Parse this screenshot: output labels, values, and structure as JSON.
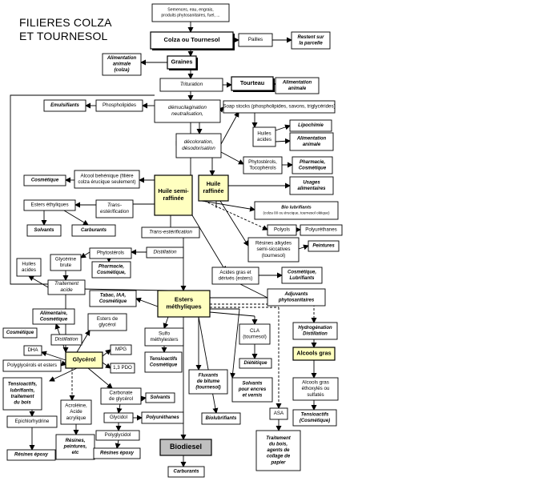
{
  "title": {
    "line1": "FILIERES COLZA",
    "line2": "ET TOURNESOL"
  },
  "nodes": {
    "inputs": [
      "Semences, eau, engrais,",
      "produits phytosanitaires, fuel, ..."
    ],
    "colza": [
      "Colza ou Tournesol"
    ],
    "pailles": [
      "Pailles"
    ],
    "restent": [
      "Restent sur",
      "la parcelle"
    ],
    "alim_colza": [
      "Alimentation",
      "animale",
      "(colza)"
    ],
    "graines": [
      "Graines"
    ],
    "trituration": [
      "Trituration"
    ],
    "tourteau": [
      "Tourteau"
    ],
    "alim_anim1": [
      "Alimentation",
      "animale"
    ],
    "emulsifiants": [
      "Emulsifiants"
    ],
    "phospholipides": [
      "Phospholipides"
    ],
    "demucil": [
      "démucilagination",
      "neutralisation,"
    ],
    "soap": [
      "Soap stocks (phospholipides, savons, triglycérides)"
    ],
    "huiles_acides1": [
      "Huiles",
      "acides"
    ],
    "lipochimie": [
      "Lipochimie"
    ],
    "alim_anim2": [
      "Alimentation",
      "animale"
    ],
    "decolor": [
      "décoloration,",
      "désodorisation"
    ],
    "phytosterols1": [
      "Phytostérols,",
      "Tocophérols"
    ],
    "pharma1": [
      "Pharmacie,",
      "Cosmétique"
    ],
    "cosmetique1": [
      "Cosmétique"
    ],
    "alcool_beh": [
      "Alcool behénique (filière",
      "colza érucique seulement)"
    ],
    "huile_semi": [
      "Huile semi-",
      "raffinée"
    ],
    "huile_raff": [
      "Huile",
      "raffinée"
    ],
    "usages_alim": [
      "Usages",
      "alimentaires"
    ],
    "esters_eth": [
      "Esters éthyliques"
    ],
    "trans1": [
      "Trans-",
      "estérification"
    ],
    "solvants1": [
      "Solvants"
    ],
    "carburants1": [
      "Carburants"
    ],
    "bio_lub": [
      "Bio lubrifiants",
      "(colza 00 ou érucique, tournesol oléique)"
    ],
    "polyols": [
      "Polyols"
    ],
    "polyurethanes1": [
      "Polyuréthanes"
    ],
    "trans2": [
      "Trans-estérification"
    ],
    "resines_alk": [
      "Résines alkydes",
      "semi-siccatives",
      "(tournesol)"
    ],
    "peintures": [
      "Peintures"
    ],
    "phytosterols2": [
      "Phytostérols"
    ],
    "distillation1": [
      "Distillation"
    ],
    "pharma2": [
      "Pharmacie,",
      "Cosmétique,"
    ],
    "huiles_acides2": [
      "Huiles",
      "acides"
    ],
    "glycerine": [
      "Glycérine",
      "brute"
    ],
    "traitement_acide": [
      "Traitement",
      "acide"
    ],
    "acides_gras": [
      "Acides gras et",
      "dérivés (esters)"
    ],
    "cosm_lub": [
      "Cosmétique,",
      "Lubrifiants"
    ],
    "adjuvants": [
      "Adjuvants",
      "phytosanitaires"
    ],
    "esters_meth": [
      "Esters",
      "méthyliques"
    ],
    "alim_cosm": [
      "Alimentaire,",
      "Cosmétique"
    ],
    "tabac": [
      "Tabac, IAA,",
      "Cosmétique"
    ],
    "esters_glyc": [
      "Esters de",
      "glycérol"
    ],
    "cosmetique2": [
      "Cosmétique"
    ],
    "distillation2": [
      "Distillation"
    ],
    "dha": [
      "DHA"
    ],
    "mpg": [
      "MPG"
    ],
    "glycerol": [
      "Glycérol"
    ],
    "polyglyc": [
      "Polyglycérols et esters"
    ],
    "pdo": [
      "1,3 PDO"
    ],
    "sulfo": [
      "Sulfo",
      "méthylesters"
    ],
    "tensio1": [
      "Tensioactifs",
      "Cosmétique"
    ],
    "cla": [
      "CLA",
      "(tournesol)"
    ],
    "dietetique": [
      "Diététique"
    ],
    "hydrogenation": [
      "Hydrogénation",
      "Distillation"
    ],
    "alcools_gras": [
      "Alcools gras"
    ],
    "tensio2": [
      "Tensioactifs,",
      "lubrifiants,",
      "traitement",
      "du bois"
    ],
    "carbonate": [
      "Carbonate",
      "de glycérol"
    ],
    "solvants2": [
      "Solvants"
    ],
    "fluxants": [
      "Fluxants",
      "de bitume",
      "(tournesol)"
    ],
    "solvants_encres": [
      "Solvants",
      "pour encres",
      "et vernis"
    ],
    "alcools_eth": [
      "Alcools gras",
      "éthoxylés ou",
      "sulfatés"
    ],
    "epichlor": [
      "Epichlorhydrine"
    ],
    "acroleine": [
      "Acroléine,",
      "Acide",
      "acrylique"
    ],
    "glycidol": [
      "Glycidol"
    ],
    "polyurethanes2": [
      "Polyuréthanes"
    ],
    "biolub": [
      "Biolubrifiants"
    ],
    "asa": [
      "ASA"
    ],
    "tensio3": [
      "Tensioactifs",
      "(Cosmétique)"
    ],
    "polyglycidol": [
      "Polyglycidol"
    ],
    "resines1": [
      "Résines,",
      "peintures,",
      "etc"
    ],
    "resines_epoxy1": [
      "Résines époxy"
    ],
    "resines_epoxy2": [
      "Résines époxy"
    ],
    "traitement_bois": [
      "Traitement",
      "du bois,",
      "agents de",
      "collage de",
      "papier"
    ],
    "biodiesel": [
      "Biodiesel"
    ],
    "carburants2": [
      "Carburants"
    ]
  },
  "colors": {
    "highlight": "#ffffc0",
    "biodiesel": "#c0c0c0",
    "line": "#000000"
  }
}
